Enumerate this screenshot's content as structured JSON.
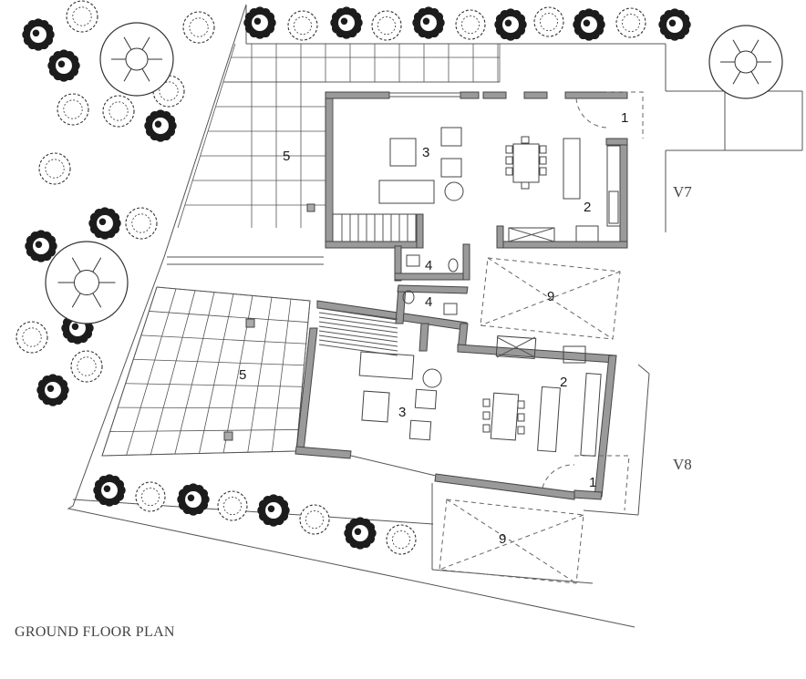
{
  "caption": "GROUND FLOOR PLAN",
  "units": [
    {
      "id": "v7",
      "label": "V7"
    },
    {
      "id": "v8",
      "label": "V8"
    }
  ],
  "room_labels": {
    "v7": {
      "r1": "1",
      "r2": "2",
      "r3": "3",
      "r4": "4",
      "r5": "5",
      "r9": "9"
    },
    "v8": {
      "r1": "1",
      "r2": "2",
      "r3": "3",
      "r4": "4",
      "r5": "5",
      "r9": "9"
    }
  }
}
